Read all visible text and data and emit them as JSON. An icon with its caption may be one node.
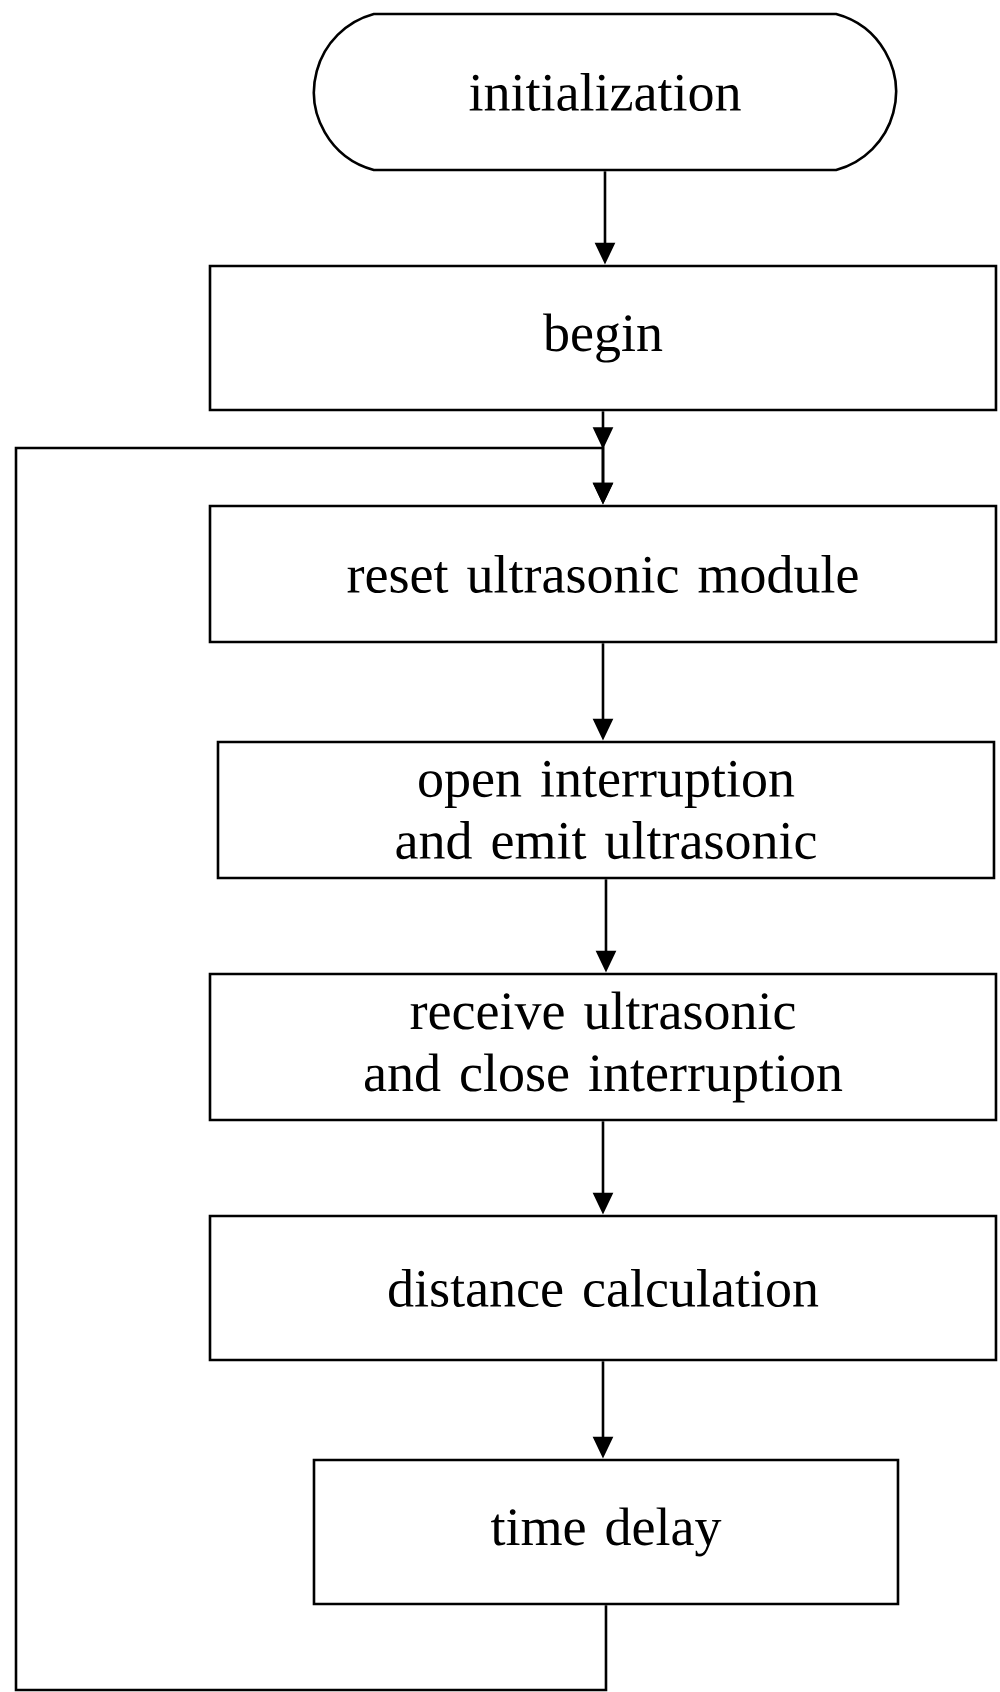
{
  "diagram": {
    "nodes": [
      {
        "text": [
          "initialization"
        ]
      },
      {
        "text": [
          "begin"
        ]
      },
      {
        "text": [
          "reset ultrasonic module"
        ]
      },
      {
        "text": [
          "open interruption and emit ultrasonic"
        ]
      },
      {
        "text": [
          "receive ultrasonic and close interruption"
        ]
      },
      {
        "text": [
          "distance calculation"
        ]
      },
      {
        "text": [
          "time delay"
        ]
      }
    ],
    "edges": [
      {
        "from": 0,
        "to": 1,
        "arrow": "to"
      },
      {
        "from": 1,
        "to": 2,
        "arrow": "to"
      },
      {
        "from": 2,
        "to": 3,
        "arrow": "to"
      },
      {
        "from": 3,
        "to": 4,
        "arrow": "to"
      },
      {
        "from": 4,
        "to": 5,
        "arrow": "to"
      },
      {
        "from": 5,
        "to": 6,
        "arrow": "to"
      },
      {
        "from": 6,
        "to": 2,
        "arrow": "to"
      }
    ]
  }
}
